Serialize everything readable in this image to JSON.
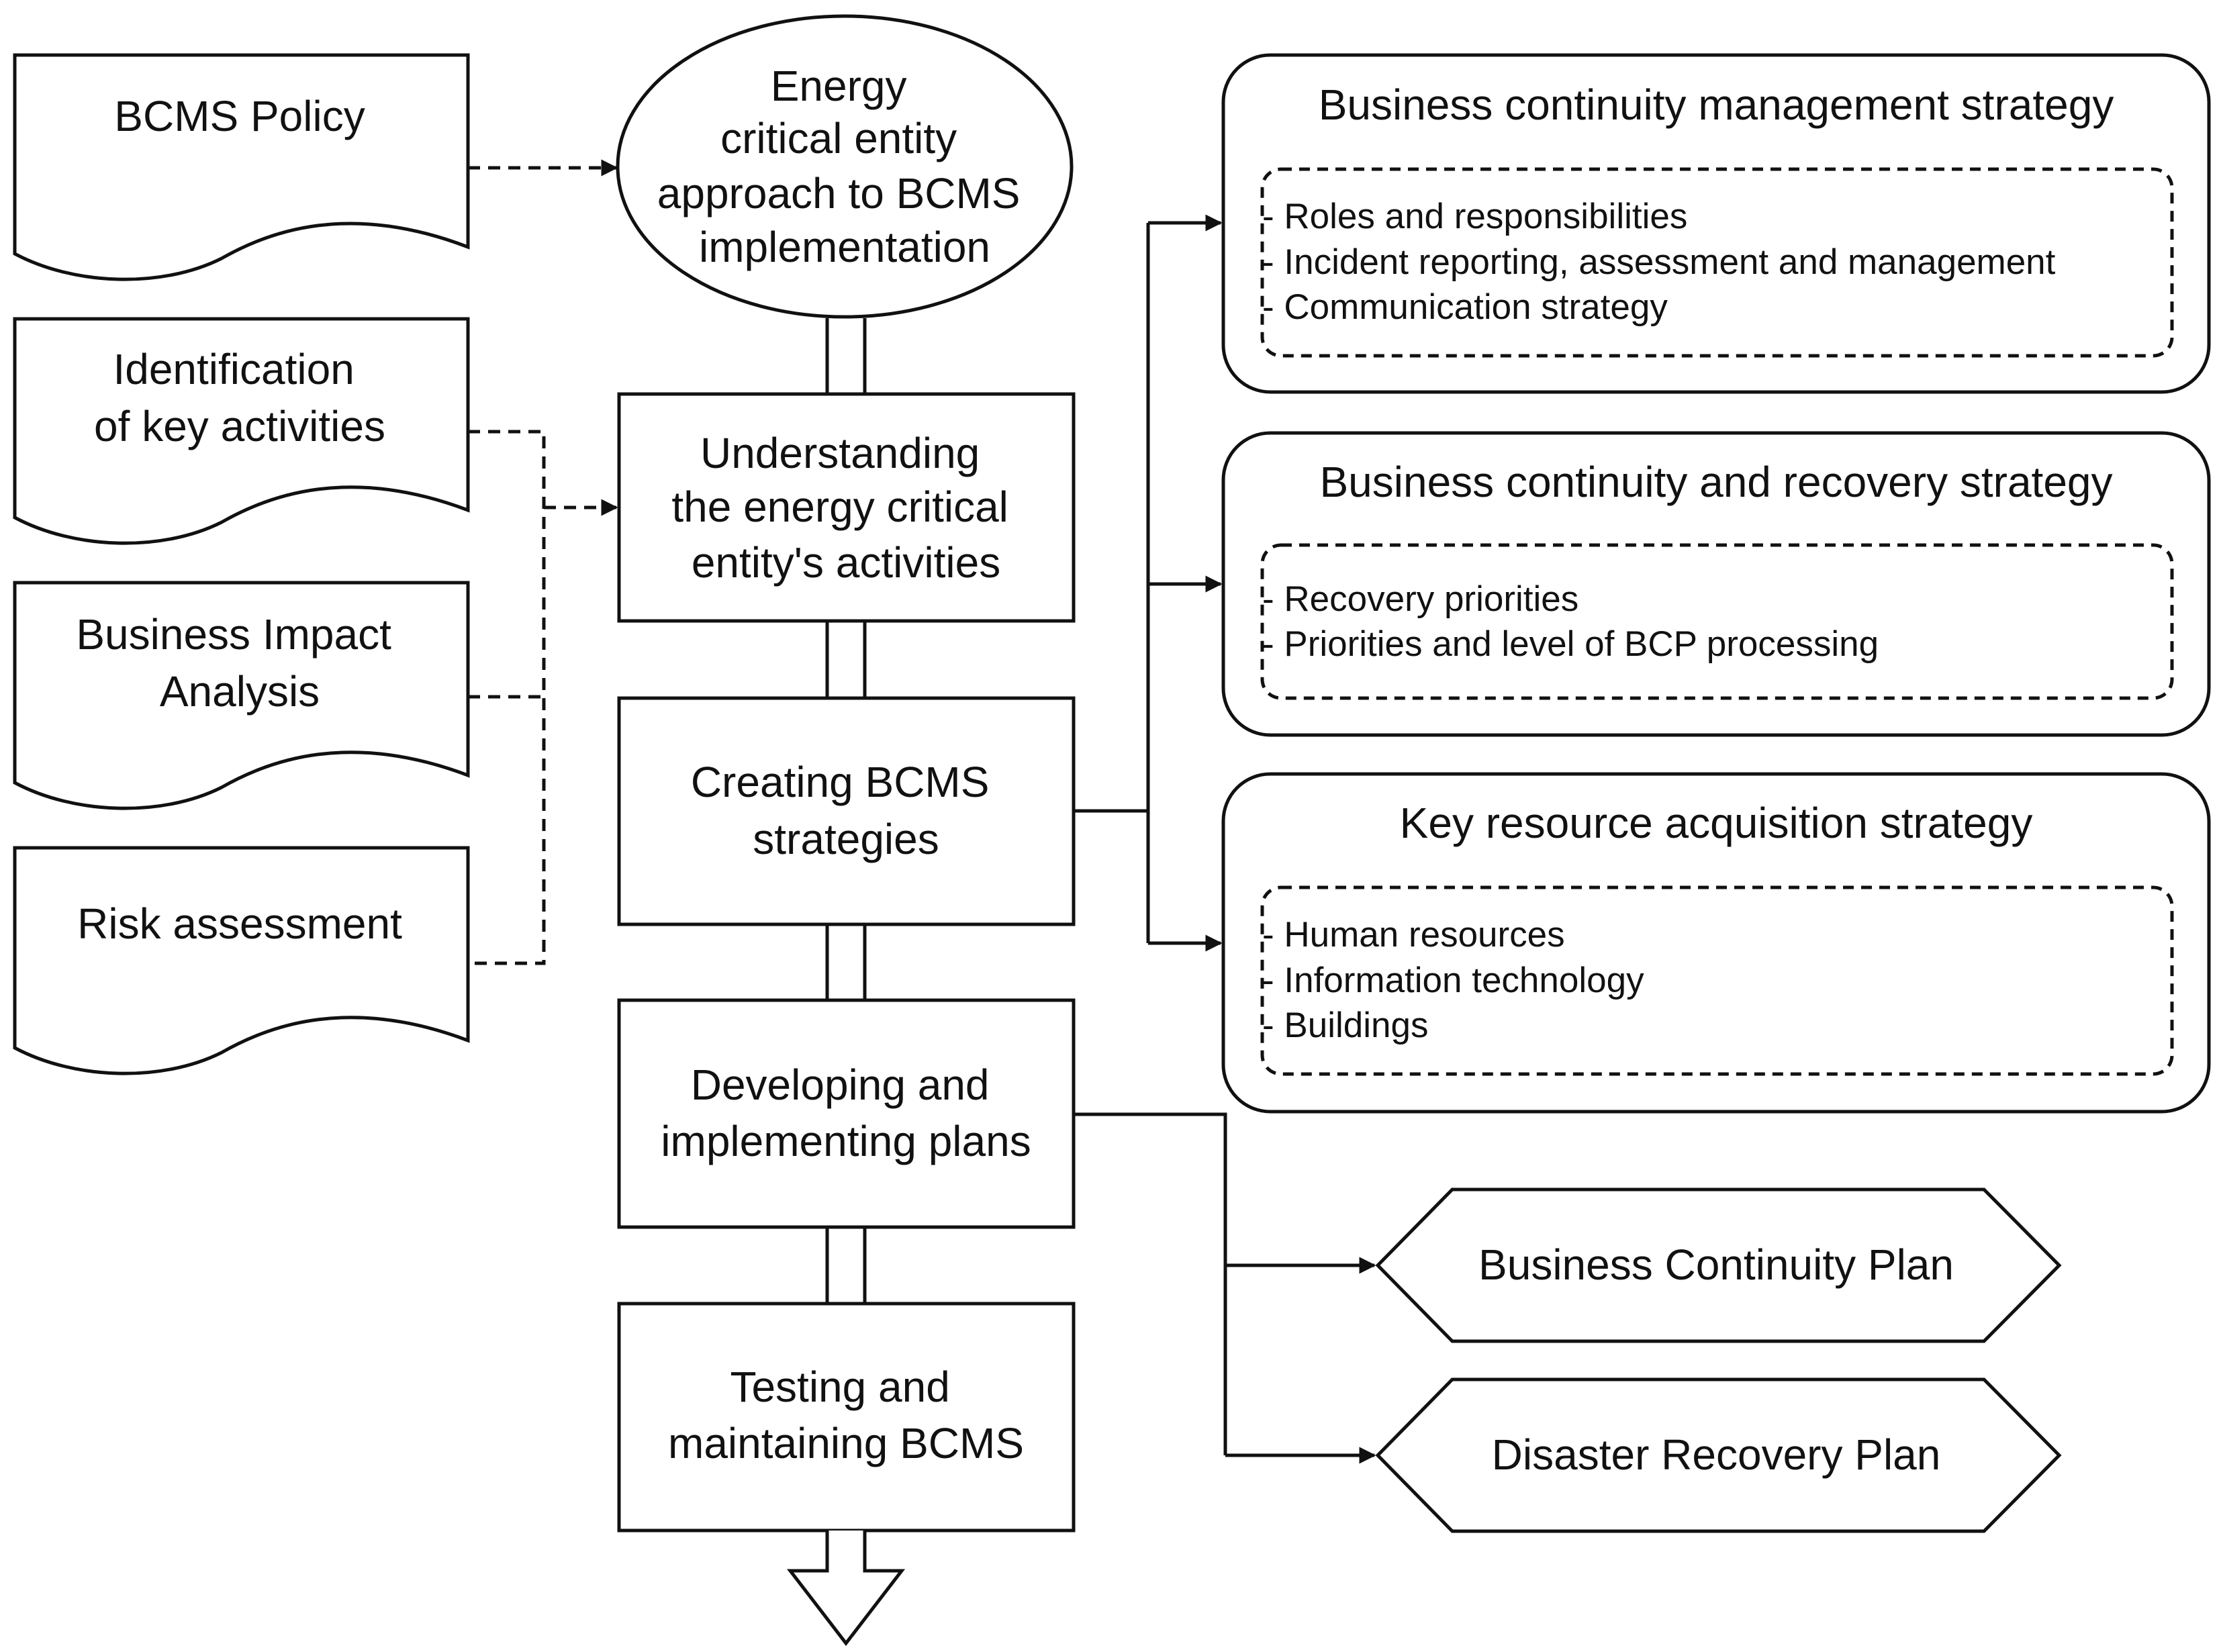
{
  "documents": {
    "policy": "BCMS Policy",
    "key_activities": [
      "Identification",
      "of key activities"
    ],
    "bia": [
      "Business Impact",
      "Analysis"
    ],
    "risk": "Risk assessment"
  },
  "approach": [
    "Energy",
    "critical entity",
    "approach to BCMS",
    "implementation"
  ],
  "steps": {
    "understanding": [
      "Understanding",
      "the energy critical",
      "entity's activities"
    ],
    "creating": [
      "Creating BCMS",
      "strategies"
    ],
    "developing": [
      "Developing and",
      "implementing plans"
    ],
    "testing": [
      "Testing and",
      "maintaining BCMS"
    ]
  },
  "strategies": {
    "management": {
      "title": "Business continuity management strategy",
      "items": [
        "- Roles and responsibilities",
        "- Incident reporting, assessment and management",
        "- Communication strategy"
      ]
    },
    "recovery": {
      "title": "Business continuity and recovery strategy",
      "items": [
        "- Recovery priorities",
        "- Priorities and level of BCP processing"
      ]
    },
    "resource": {
      "title": "Key resource acquisition strategy",
      "items": [
        "- Human resources",
        "- Information technology",
        "- Buildings"
      ]
    }
  },
  "plans": {
    "bcp": "Business Continuity Plan",
    "drp": "Disaster Recovery Plan"
  }
}
